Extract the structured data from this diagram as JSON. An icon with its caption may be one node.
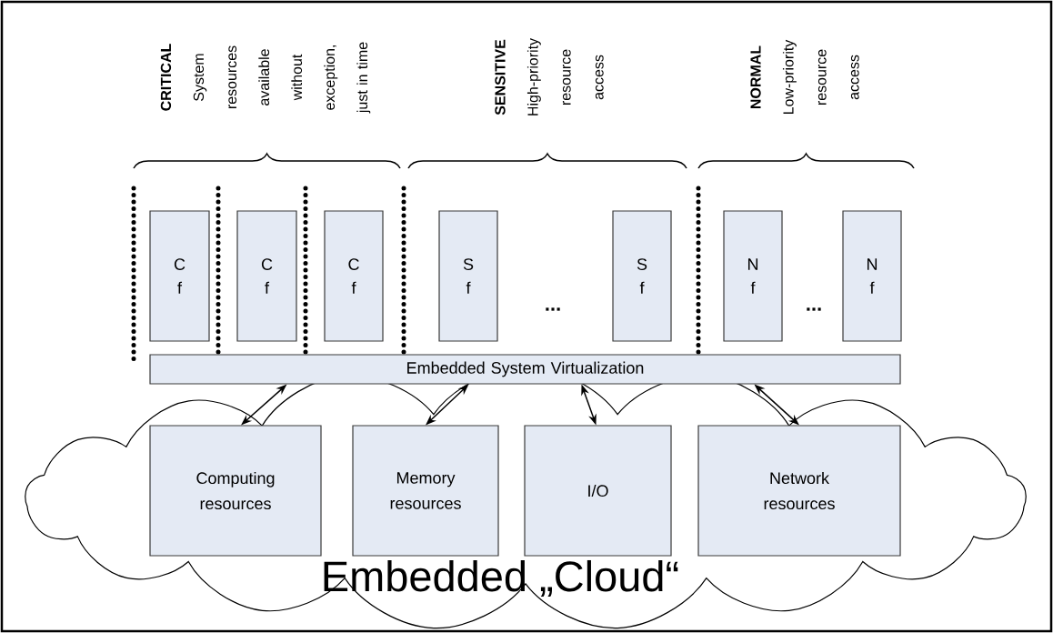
{
  "diagram": {
    "nodes": [
      {
        "text": [
          "C f"
        ]
      },
      {
        "text": [
          "C f"
        ]
      },
      {
        "text": [
          "C f"
        ]
      },
      {
        "text": [
          "S f"
        ]
      },
      {
        "text": [
          "S f"
        ]
      },
      {
        "text": [
          "N f"
        ]
      },
      {
        "text": [
          "N f"
        ]
      },
      {
        "text": [
          "Embedded System Virtualization"
        ]
      },
      {
        "text": [
          "Embedded „Cloud“"
        ]
      },
      {
        "text": [
          "Computing resources"
        ],
        "in": 8
      },
      {
        "text": [
          "Memory resources"
        ],
        "in": 8
      },
      {
        "text": [
          "I/O"
        ],
        "in": 8
      },
      {
        "text": [
          "Network resources"
        ],
        "in": 8
      }
    ],
    "edges": [
      {
        "from": 7,
        "to": 9,
        "arrow": "both"
      },
      {
        "from": 7,
        "to": 10,
        "arrow": "both"
      },
      {
        "from": 7,
        "to": 11,
        "arrow": "both"
      },
      {
        "from": 7,
        "to": 12,
        "arrow": "both"
      }
    ],
    "labels": [
      "**CRITICAL** System resources available without exception, just in time",
      "**SENSITIVE** High-priority resource access",
      "**NORMAL** Low-priority resource access",
      "...",
      "..."
    ]
  }
}
